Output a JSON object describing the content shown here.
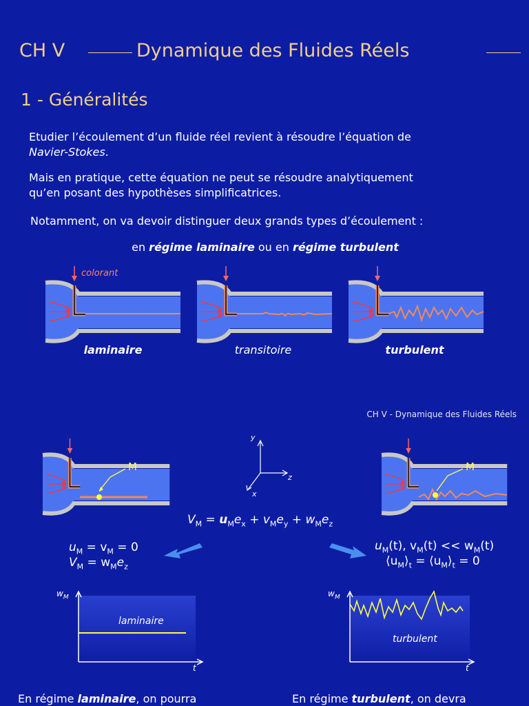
{
  "header": {
    "chapter": "CH V",
    "title": "Dynamique des Fluides Réels"
  },
  "section": {
    "title": "1 - Généralités"
  },
  "paragraphs": {
    "p1_line1": "Etudier l’écoulement d’un fluide réel revient à résoudre l’équation de",
    "p1_line2_em": "Navier-Stokes",
    "p1_line2_end": ".",
    "p2_line1": "Mais en pratique, cette équation ne peut se résoudre analytiquement",
    "p2_line2": "qu’en posant des hypothèses simplificatrices.",
    "p3": "Notamment, on va devoir distinguer deux grands types d’écoulement :",
    "p4_a": "en ",
    "p4_b": "régime laminaire",
    "p4_c": " ou en ",
    "p4_d": "régime turbulent"
  },
  "tubes": {
    "dye_label": "colorant",
    "labels": [
      "laminaire",
      "transitoire",
      "turbulent"
    ]
  },
  "lower": {
    "page_ref": "CH V - Dynamique des Fluides Réels",
    "point_label": "M",
    "axes": {
      "x": "x",
      "y": "y",
      "z": "z"
    },
    "velocity_eq": {
      "v": "V",
      "m": "M",
      "eq": " = ",
      "u": "u",
      "ex": "e",
      "exsub": "x",
      "plus": " + ",
      "vv": "v",
      "ey": "e",
      "eysub": "y",
      "w": "w",
      "ez": "e",
      "ezsub": "z"
    },
    "laminar_eqs": {
      "line1": "u",
      "line1_rest": " = v",
      "line1_end": " = 0",
      "line2": "V",
      "line2_rest": " = w",
      "line2_e": "e",
      "line2_sub": "z"
    },
    "turbulent_eqs": {
      "line1": "u",
      "line1_a": "(t), v",
      "line1_b": "(t) << w",
      "line1_c": "(t)",
      "line2": "⟨u",
      "line2_a": "⟩",
      "line2_b": " = ⟨u",
      "line2_c": "⟩",
      "line2_d": " = 0",
      "t": "t"
    },
    "graph_left": {
      "ylabel": "w",
      "ysub": "M",
      "xlabel": "t",
      "caption": "laminaire"
    },
    "graph_right": {
      "ylabel": "w",
      "ysub": "M",
      "xlabel": "t",
      "caption": "turbulent"
    },
    "bottom_left": {
      "a": "En régime ",
      "b": "laminaire",
      "c": ", on pourra"
    },
    "bottom_right": {
      "a": "En régime ",
      "b": "turbulent",
      "c": ", on devra"
    }
  },
  "colors": {
    "background": "#0d1da3",
    "heading": "#f2cf8a",
    "tube_fill": "#4d74f0",
    "dye": "#f08a5a",
    "point": "#ffff44"
  }
}
